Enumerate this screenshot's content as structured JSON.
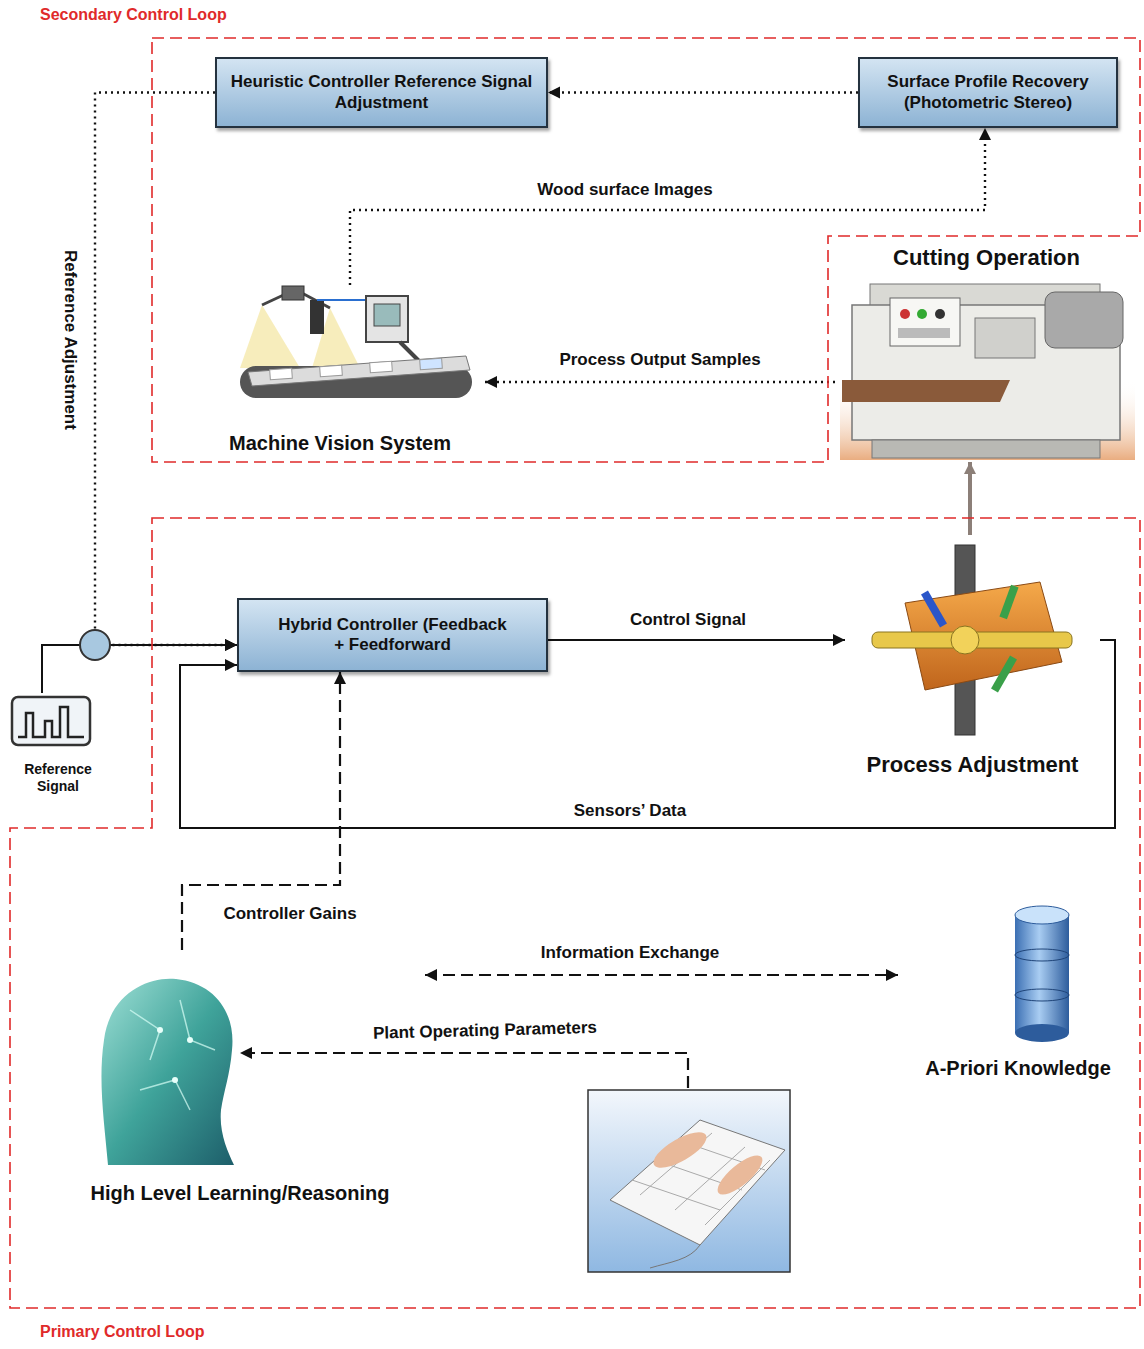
{
  "diagram": {
    "nodes": [
      {
        "text": [
          "Heuristic Controller Reference Signal Adjustment"
        ]
      },
      {
        "text": [
          "Surface Profile Recovery (Photometric Stereo)"
        ]
      },
      {
        "text": [
          "Machine Vision System"
        ]
      },
      {
        "text": [
          "Cutting Operation"
        ]
      },
      {
        "text": [
          "Reference Signal"
        ]
      },
      {
        "text": [
          "Hybrid Controller (Feedback + Feedforward"
        ]
      },
      {
        "text": [
          "Process Adjustment"
        ]
      },
      {
        "text": [
          "High Level Learning/Reasoning"
        ]
      },
      {
        "text": [
          "A-Priori Knowledge"
        ]
      }
    ],
    "edges": [
      {
        "from": 1,
        "to": 0,
        "arrow": "to"
      },
      {
        "from": 2,
        "to": 1,
        "label": "Wood surface Images",
        "arrow": "to"
      },
      {
        "from": 3,
        "to": 2,
        "label": "Process Output Samples",
        "arrow": "to"
      },
      {
        "from": 0,
        "to": 5,
        "label": "Reference Adjustment",
        "arrow": "to"
      },
      {
        "from": 4,
        "to": 5,
        "arrow": "to"
      },
      {
        "from": 5,
        "to": 6,
        "label": "Control Signal",
        "arrow": "to"
      },
      {
        "from": 6,
        "to": 5,
        "label": "Sensors’ Data",
        "arrow": "to"
      },
      {
        "from": 6,
        "to": 3,
        "arrow": "to"
      },
      {
        "from": 7,
        "to": 5,
        "label": "Controller Gains",
        "arrow": "to"
      },
      {
        "from": 7,
        "to": 8,
        "label": "Information Exchange",
        "arrow": "both"
      }
    ],
    "labels": [
      "Secondary Control Loop",
      "Primary Control Loop",
      "Plant Operating Parameters"
    ]
  }
}
